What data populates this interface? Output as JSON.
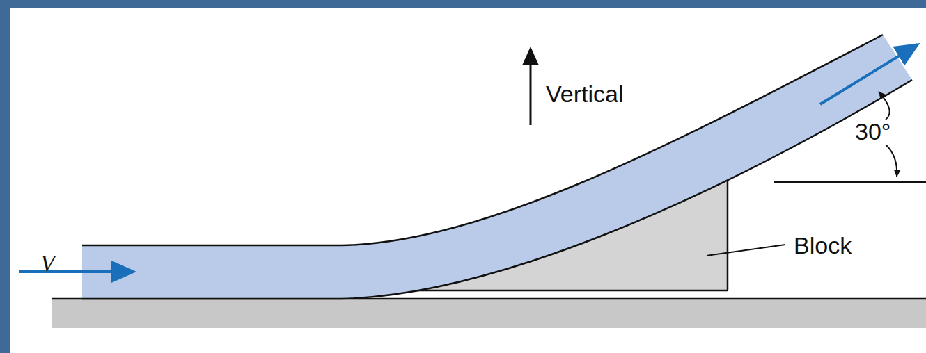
{
  "diagram": {
    "labels": [
      "V",
      "Vertical",
      "30°",
      "Block"
    ]
  }
}
